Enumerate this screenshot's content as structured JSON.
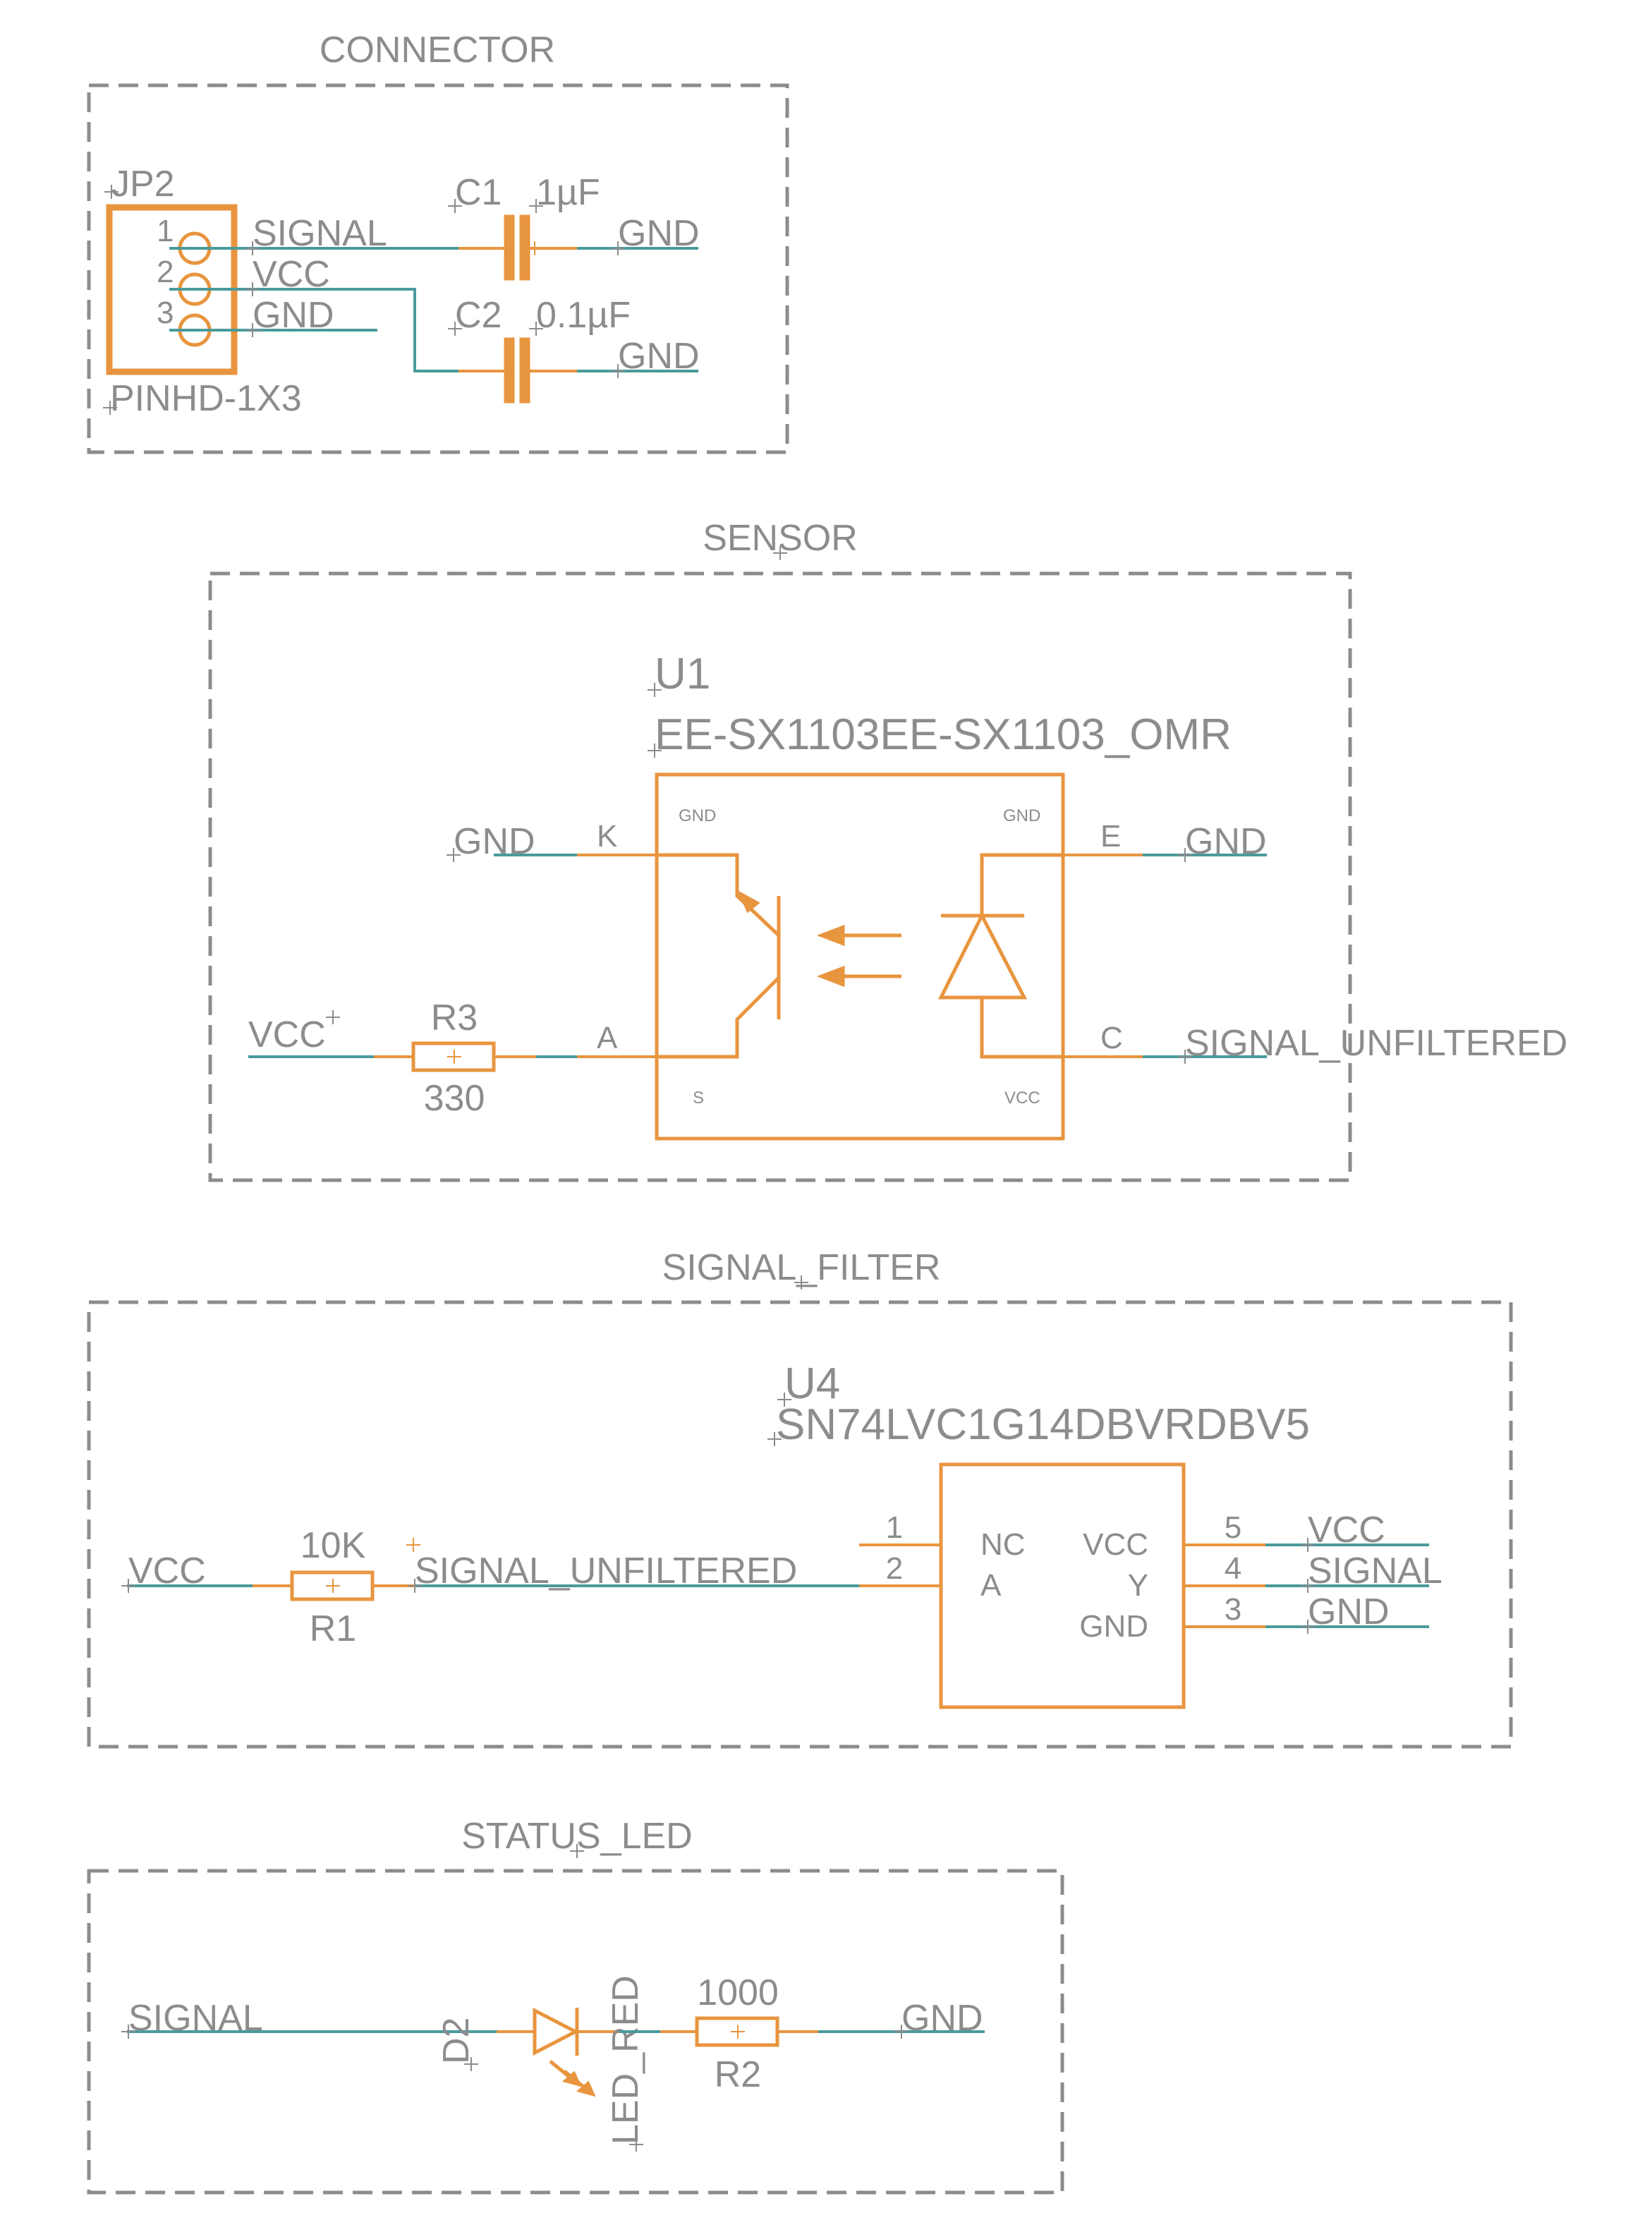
{
  "sheets": {
    "connector": {
      "title": "CONNECTOR",
      "jp2": {
        "name": "JP2",
        "value": "PINHD-1X3",
        "pins": [
          "1",
          "2",
          "3"
        ],
        "nets": [
          "SIGNAL",
          "VCC",
          "GND"
        ]
      },
      "c1": {
        "name": "C1",
        "value": "1µF",
        "gnd": "GND"
      },
      "c2": {
        "name": "C2",
        "value": "0.1µF",
        "gnd": "GND"
      }
    },
    "sensor": {
      "title": "SENSOR",
      "u1": {
        "name": "U1",
        "value": "EE-SX1103EE-SX1103_OMR",
        "pin_k": "K",
        "pin_a": "A",
        "pin_e": "E",
        "pin_c": "C",
        "corner_tl": "GND",
        "corner_tr": "GND",
        "corner_bl": "S",
        "corner_br": "VCC"
      },
      "net_gnd_left": "GND",
      "net_gnd_right": "GND",
      "net_vcc": "VCC",
      "net_signal_unfiltered": "SIGNAL_UNFILTERED",
      "r3": {
        "name": "R3",
        "value": "330"
      }
    },
    "signal_filter": {
      "title": "SIGNAL_FILTER",
      "u4": {
        "name": "U4",
        "value": "SN74LVC1G14DBVRDBV5",
        "pin_nc": "NC",
        "pin_a": "A",
        "pin_vcc": "VCC",
        "pin_y": "Y",
        "pin_gnd": "GND",
        "pin_numbers": [
          "1",
          "2",
          "5",
          "4",
          "3"
        ]
      },
      "r1": {
        "name": "R1",
        "value": "10K"
      },
      "net_vcc_left": "VCC",
      "net_signal_unfiltered": "SIGNAL_UNFILTERED",
      "net_vcc_right": "VCC",
      "net_signal": "SIGNAL",
      "net_gnd": "GND"
    },
    "status_led": {
      "title": "STATUS_LED",
      "net_signal": "SIGNAL",
      "d2": {
        "name": "D2",
        "value": "LED_RED"
      },
      "r2": {
        "name": "R2",
        "value": "1000"
      },
      "net_gnd": "GND"
    }
  },
  "colors": {
    "frame": "#8c8c8c",
    "net": "#4a9a9c",
    "symbol": "#e8953f",
    "text": "#8c8c8c"
  }
}
